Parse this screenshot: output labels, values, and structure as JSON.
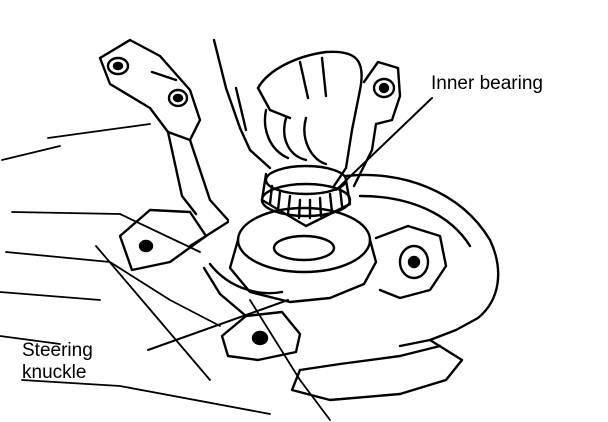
{
  "labels": {
    "inner_bearing": "Inner bearing",
    "steering_knuckle": [
      "Steering",
      "knuckle"
    ]
  },
  "colors": {
    "ink": "#000000",
    "paper": "#ffffff"
  }
}
